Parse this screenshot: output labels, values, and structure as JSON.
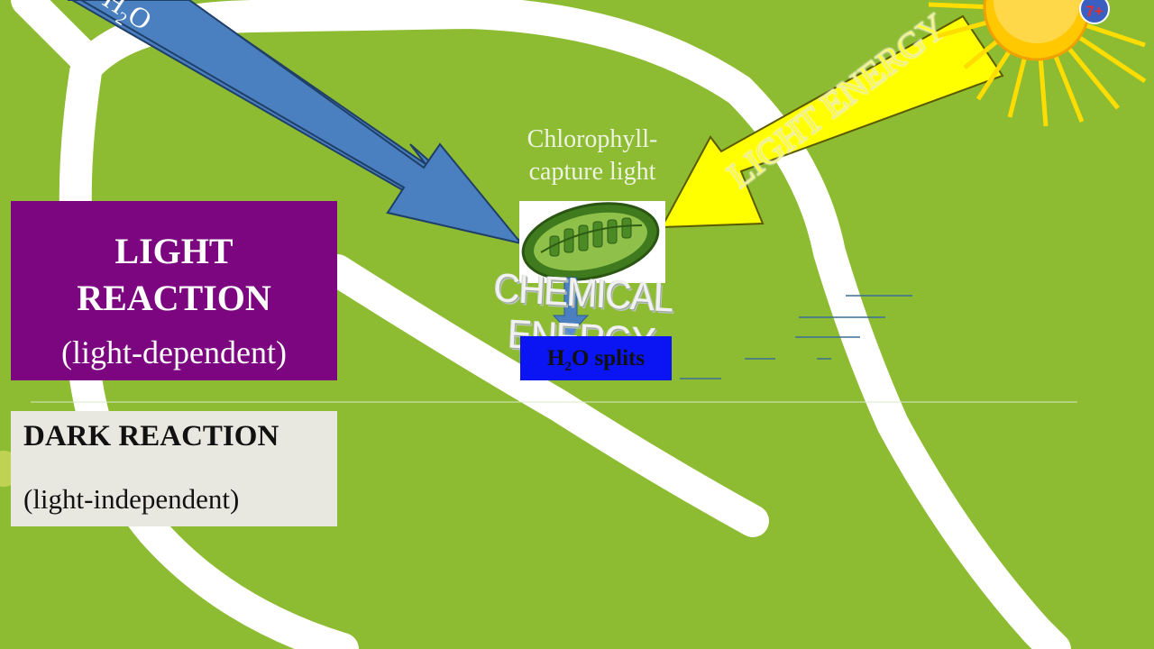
{
  "light_box": {
    "title_line1": "LIGHT",
    "title_line2": "REACTION",
    "subtitle": "(light-dependent)"
  },
  "dark_box": {
    "title": "DARK REACTION",
    "subtitle": "(light-independent)"
  },
  "chlorophyll_label": {
    "line1": "Chlorophyll-",
    "line2": "capture light"
  },
  "h2o_splits": {
    "main": "H",
    "sub": "2",
    "rest": "O splits"
  },
  "chemical_energy": "CHEMICAL ENERGY",
  "light_energy": "LIGHT ENERGY",
  "h2o_arrow": {
    "h": "H",
    "sub": "2",
    "o": "O"
  },
  "sun_badge": "7+",
  "colors": {
    "background": "#8dbb31",
    "light_reaction_box": "#7b067f",
    "dark_reaction_box": "#e8e8e0",
    "h2o_arrow": "#4a7fc0",
    "light_energy_arrow": "#ffff00",
    "h2o_splits_box": "#0b14f2",
    "sun": "#ffcc00"
  }
}
